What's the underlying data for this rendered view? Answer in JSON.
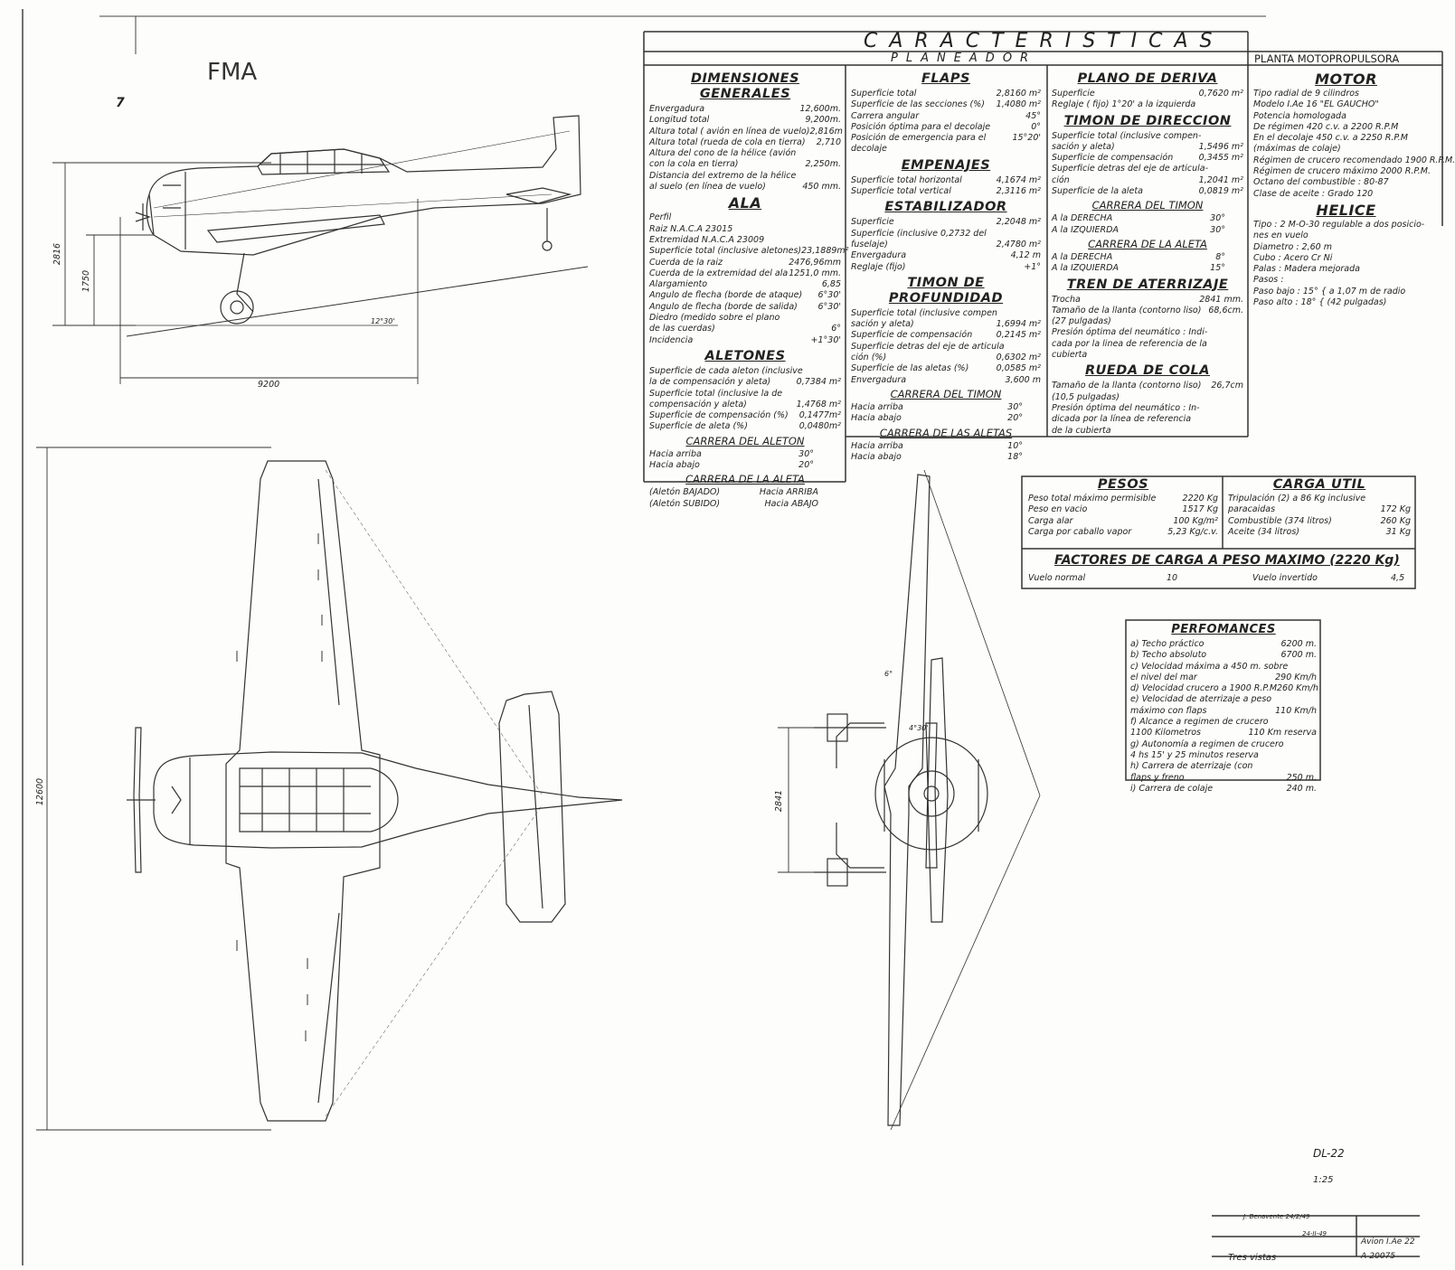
{
  "logo": "FMA",
  "margin_mark": "7",
  "header": {
    "title": "CARACTERISTICAS",
    "subtitle": "PLANEADOR",
    "planta": "PLANTA MOTOPROPULSORA"
  },
  "dimensiones": {
    "title": "DIMENSIONES GENERALES",
    "rows": [
      [
        "Envergadura",
        "12,600m."
      ],
      [
        "Longitud total",
        "9,200m."
      ],
      [
        "Altura total ( avión en línea de vuelo)",
        "2,816m"
      ],
      [
        "Altura total (rueda de cola en tierra)",
        "2,710"
      ],
      [
        "Altura del cono de la hélice (avión",
        ""
      ],
      [
        "con la cola en tierra)",
        "2,250m."
      ],
      [
        "Distancia del extremo de la hélice",
        ""
      ],
      [
        "al suelo (en línea de vuelo)",
        "450 mm."
      ]
    ]
  },
  "ala": {
    "title": "ALA",
    "rows": [
      [
        "Perfil",
        ""
      ],
      [
        "Raiz N.A.C.A 23015",
        ""
      ],
      [
        "Extremidad N.A.C.A 23009",
        ""
      ],
      [
        "Superficie total (inclusive aletones)",
        "23,1889m²"
      ],
      [
        "Cuerda de la raiz",
        "2476,96mm"
      ],
      [
        "Cuerda de la extremidad del ala",
        "1251,0 mm."
      ],
      [
        "Alargamiento",
        "6,85"
      ],
      [
        "Angulo de flecha (borde de ataque)",
        "6°30'"
      ],
      [
        "Angulo de flecha (borde de salida)",
        "6°30'"
      ],
      [
        "Diedro (medido sobre el plano",
        ""
      ],
      [
        "de las cuerdas)",
        "6°"
      ],
      [
        "Incidencia",
        "+1°30'"
      ]
    ]
  },
  "aletones": {
    "title": "ALETONES",
    "rows": [
      [
        "Superficie de cada aleton (inclusive",
        ""
      ],
      [
        "la de compensación y aleta)",
        "0,7384 m²"
      ],
      [
        "Superficie total (inclusive la de",
        ""
      ],
      [
        "compensación y aleta)",
        "1,4768 m²"
      ],
      [
        "Superficie de compensación (%)",
        "0,1477m²"
      ],
      [
        "Superficie de aleta (%)",
        "0,0480m²"
      ]
    ],
    "carrera_title": "CARRERA DEL ALETON",
    "carrera": [
      [
        "Hacia arriba",
        "30°"
      ],
      [
        "Hacia abajo",
        "20°"
      ]
    ],
    "aleta_title": "CARRERA DE LA ALETA",
    "aleta": [
      [
        "(Aletón BAJADO)",
        "Hacia ARRIBA"
      ],
      [
        "(Aletón SUBIDO)",
        "Hacia ABAJO"
      ]
    ]
  },
  "flaps": {
    "title": "FLAPS",
    "rows": [
      [
        "Superficie total",
        "2,8160 m²"
      ],
      [
        "Superficie de las secciones (%)",
        "1,4080 m²"
      ],
      [
        "Carrera angular",
        "45°"
      ],
      [
        "Posición óptima para el decolaje",
        "0°"
      ],
      [
        "Posición de emergencia para el",
        "15°20'"
      ],
      [
        "decolaje",
        ""
      ]
    ]
  },
  "empenajes": {
    "title": "EMPENAJES",
    "rows": [
      [
        "Superficie total horizontal",
        "4,1674 m²"
      ],
      [
        "Superficie total vertical",
        "2,3116 m²"
      ]
    ]
  },
  "estabilizador": {
    "title": "ESTABILIZADOR",
    "rows": [
      [
        "Superficie",
        "2,2048 m²"
      ],
      [
        "Superficie (inclusive 0,2732 del",
        ""
      ],
      [
        "fuselaje)",
        "2,4780 m²"
      ],
      [
        "Envergadura",
        "4,12 m"
      ],
      [
        "Reglaje (fijo)",
        "+1°"
      ]
    ]
  },
  "profundidad": {
    "title": "TIMON DE PROFUNDIDAD",
    "rows": [
      [
        "Superficie total (inclusive compen",
        ""
      ],
      [
        "sación y aleta)",
        "1,6994 m²"
      ],
      [
        "Superficie de compensación",
        "0,2145 m²"
      ],
      [
        "Superficie detras del eje de articula",
        ""
      ],
      [
        "ción (%)",
        "0,6302 m²"
      ],
      [
        "Superficie de las aletas (%)",
        "0,0585 m²"
      ],
      [
        "Envergadura",
        "3,600 m"
      ]
    ],
    "carrera_title": "CARRERA DEL TIMON",
    "carrera": [
      [
        "Hacia arriba",
        "30°"
      ],
      [
        "Hacia abajo",
        "20°"
      ]
    ],
    "aletas_title": "CARRERA DE LAS ALETAS",
    "aletas": [
      [
        "Hacia arriba",
        "10°"
      ],
      [
        "Hacia abajo",
        "18°"
      ]
    ]
  },
  "deriva": {
    "title": "PLANO DE DERIVA",
    "rows": [
      [
        "Superficie",
        "0,7620 m²"
      ],
      [
        "Reglaje ( fijo) 1°20' a la izquierda",
        ""
      ]
    ]
  },
  "direccion": {
    "title": "TIMON DE DIRECCION",
    "rows": [
      [
        "Superficie total (inclusive compen-",
        ""
      ],
      [
        "sación y aleta)",
        "1,5496 m²"
      ],
      [
        "Superficie de compensación",
        "0,3455 m²"
      ],
      [
        "Superficie detras del eje de articula-",
        ""
      ],
      [
        "ción",
        "1,2041 m²"
      ],
      [
        "Superficie de la aleta",
        "0,0819 m²"
      ]
    ],
    "carrera_title": "CARRERA DEL TIMON",
    "carrera": [
      [
        "A la DERECHA",
        "30°"
      ],
      [
        "A la IZQUIERDA",
        "30°"
      ]
    ],
    "aleta_title": "CARRERA DE LA ALETA",
    "aleta": [
      [
        "A la DERECHA",
        "8°"
      ],
      [
        "A la IZQUIERDA",
        "15°"
      ]
    ]
  },
  "tren": {
    "title": "TREN DE ATERRIZAJE",
    "rows": [
      [
        "Trocha",
        "2841 mm."
      ],
      [
        "Tamaño de la llanta (contorno liso)",
        "68,6cm."
      ],
      [
        "(27 pulgadas)",
        ""
      ],
      [
        "Presión óptima del neumático : Indi-",
        ""
      ],
      [
        "cada por la linea de referencia de la",
        ""
      ],
      [
        "cubierta",
        ""
      ]
    ]
  },
  "rueda": {
    "title": "RUEDA DE COLA",
    "rows": [
      [
        "Tamaño de la llanta (contorno liso)",
        "26,7cm"
      ],
      [
        "(10,5 pulgadas)",
        ""
      ],
      [
        "Presión óptima del neumático : In-",
        ""
      ],
      [
        "dicada por la línea de referencia",
        ""
      ],
      [
        "de la cubierta",
        ""
      ]
    ]
  },
  "motor": {
    "title": "MOTOR",
    "lines": [
      "Tipo radial de 9 cilindros",
      "Modelo I.Ae 16 \"EL GAUCHO\"",
      "Potencia homologada",
      "De régimen 420 c.v. a 2200 R.P.M",
      "En el decolaje 450 c.v. a 2250 R.P.M",
      "(máximas de colaje)",
      "Régimen de crucero recomendado 1900 R.P.M.",
      "Régimen de crucero máximo 2000 R.P.M.",
      "Octano del combustible : 80-87",
      "Clase de aceite : Grado 120"
    ]
  },
  "helice": {
    "title": "HELICE",
    "lines": [
      "Tipo : 2 M-O-30 regulable a dos posicio-",
      "nes en vuelo",
      "Diametro : 2,60 m",
      "Cubo : Acero Cr Ni",
      "Palas : Madera mejorada",
      "Pasos :",
      "Paso bajo : 15°  { a 1,07 m de radio",
      "Paso alto : 18°  { (42 pulgadas)"
    ]
  },
  "pesos": {
    "title": "PESOS",
    "rows": [
      [
        "Peso total máximo permisible",
        "2220 Kg"
      ],
      [
        "Peso en vacio",
        "1517 Kg"
      ],
      [
        "Carga alar",
        "100 Kg/m²"
      ],
      [
        "Carga por caballo vapor",
        "5,23 Kg/c.v."
      ]
    ]
  },
  "carga": {
    "title": "CARGA UTIL",
    "rows": [
      [
        "Tripulación (2) a 86 Kg inclusive",
        ""
      ],
      [
        "paracaidas",
        "172 Kg"
      ],
      [
        "Combustible (374 litros)",
        "260 Kg"
      ],
      [
        "Aceite (34 litros)",
        "31 Kg"
      ]
    ]
  },
  "factores": {
    "title": "FACTORES DE CARGA A PESO MAXIMO (2220 Kg)",
    "normal_label": "Vuelo normal",
    "normal": "10",
    "invertido_label": "Vuelo invertido",
    "invertido": "4,5"
  },
  "perf": {
    "title": "PERFOMANCES",
    "rows": [
      [
        "a) Techo práctico",
        "6200 m."
      ],
      [
        "b) Techo absoluto",
        "6700 m."
      ],
      [
        "c) Velocidad máxima a 450 m. sobre",
        ""
      ],
      [
        "el nivel del mar",
        "290 Km/h"
      ],
      [
        "d) Velocidad crucero a 1900 R.P.M",
        "260 Km/h"
      ],
      [
        "e) Velocidad de aterrizaje a peso",
        ""
      ],
      [
        "máximo con flaps",
        "110 Km/h"
      ],
      [
        "f) Alcance a regimen de crucero",
        ""
      ],
      [
        "1100 Kilometros",
        "110 Km reserva"
      ],
      [
        "g) Autonomía a regimen de crucero",
        ""
      ],
      [
        "4 hs 15' y 25 minutos reserva",
        ""
      ],
      [
        "h) Carrera de aterrizaje (con",
        ""
      ],
      [
        "flaps y freno",
        "250 m."
      ],
      [
        "i) Carrera de colaje",
        "240 m."
      ]
    ]
  },
  "dims": {
    "height_a": "2816",
    "height_b": "1750",
    "length": "9200",
    "span": "12600",
    "track": "2841",
    "angle_side": "12°30'",
    "angle_dihedral": "6°",
    "angle_front": "4°30'"
  },
  "titleblock": {
    "code": "DL-22",
    "scale": "1:25",
    "sign1": "J. Benavente 24/2/49",
    "sign2": "24-II-49",
    "avion": "Avion I.Ae 22",
    "plano": "A-20075",
    "vistas": "Tres vistas"
  }
}
